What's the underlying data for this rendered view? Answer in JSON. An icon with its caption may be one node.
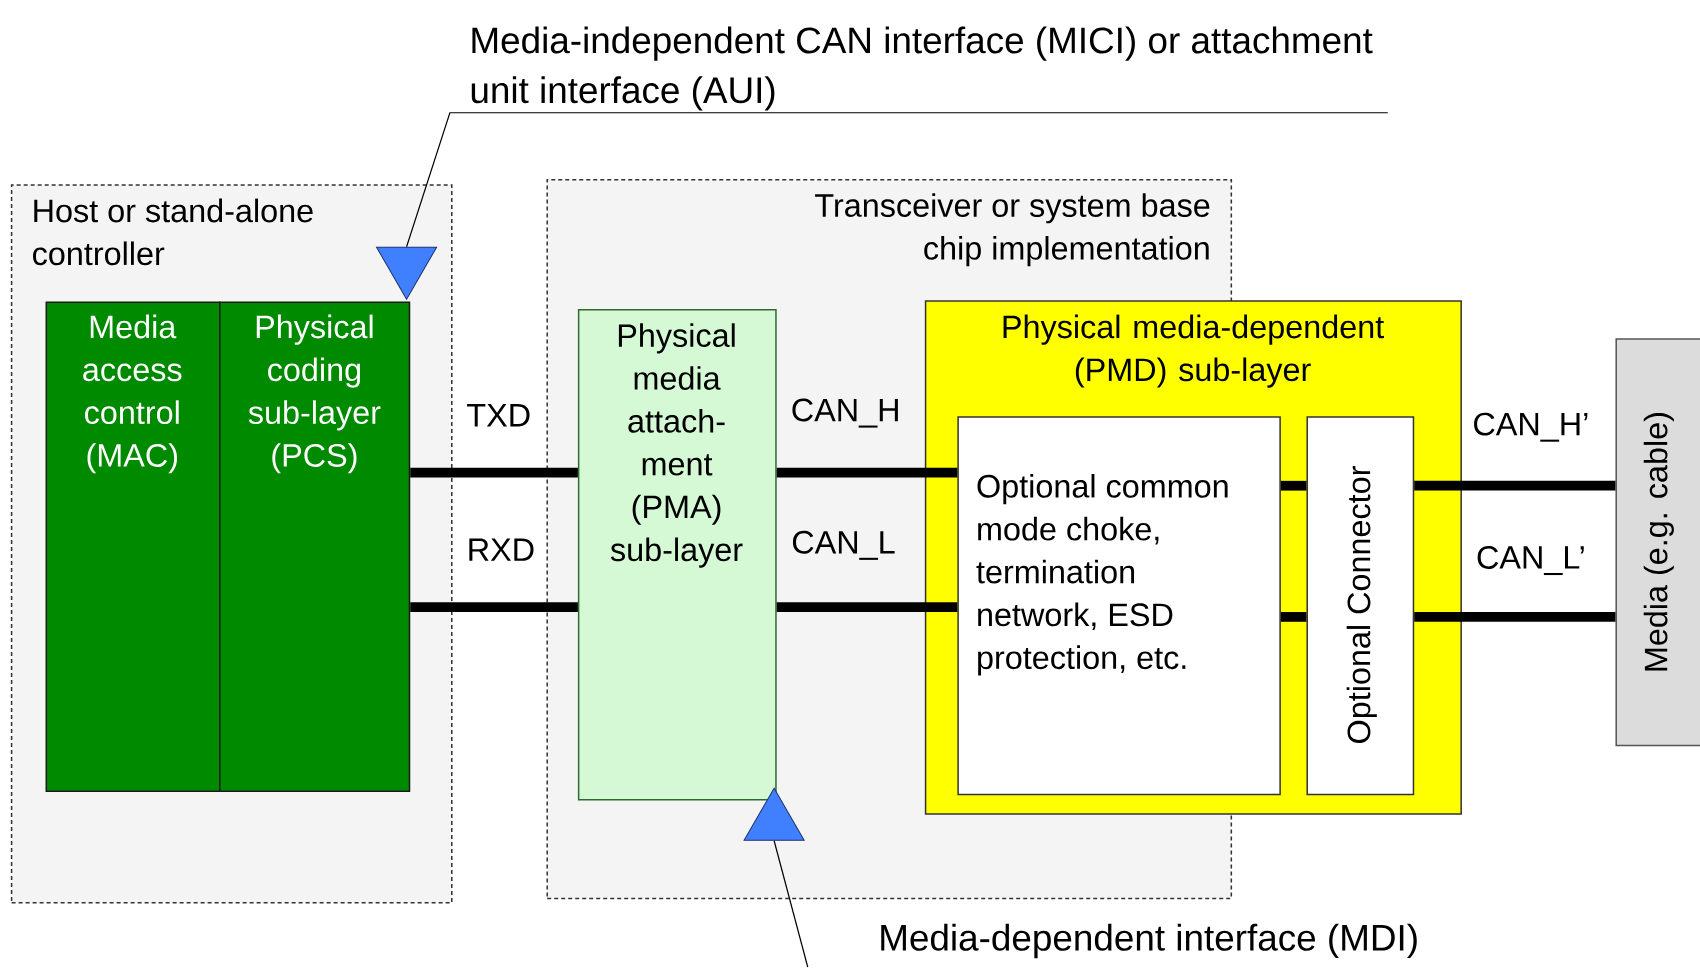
{
  "diagram": {
    "nodes": [
      {
        "text": [
          "Host or stand-alone controller"
        ]
      },
      {
        "text": [
          "Media access control (MAC)"
        ],
        "in": 0
      },
      {
        "text": [
          "Physical coding sub-layer (PCS)"
        ],
        "in": 0
      },
      {
        "text": [
          "Transceiver or system base chip implementation"
        ]
      },
      {
        "text": [
          "Physical media attach-ment (PMA) sub-layer"
        ],
        "in": 3
      },
      {
        "text": [
          "Physical media-dependent (PMD) sub-layer"
        ]
      },
      {
        "text": [
          "Optional common mode choke, termination network, ESD protection, etc."
        ],
        "in": 5
      },
      {
        "text": [
          "Optional Connector"
        ],
        "in": 5
      },
      {
        "text": [
          "Media (e.g. cable)"
        ]
      },
      {
        "text": [
          "Media-independent CAN interface (MICI) or attachment unit interface (AUI)"
        ]
      },
      {
        "text": [],
        "shape": "triangle",
        "in": 0
      },
      {
        "text": [
          "Media-dependent interface (MDI)"
        ]
      },
      {
        "text": [],
        "shape": "triangle",
        "in": 3
      }
    ],
    "edges": [
      {
        "from": 2,
        "to": 4,
        "arrow": "none",
        "label": "TXD"
      },
      {
        "from": 2,
        "to": 4,
        "arrow": "none",
        "label": "RXD"
      },
      {
        "from": 4,
        "to": 6,
        "arrow": "none",
        "label": "CAN_H"
      },
      {
        "from": 4,
        "to": 6,
        "arrow": "none",
        "label": "CAN_L"
      },
      {
        "from": 6,
        "to": 7,
        "arrow": "none"
      },
      {
        "from": 6,
        "to": 7,
        "arrow": "none"
      },
      {
        "from": 7,
        "to": 8,
        "arrow": "none",
        "label": "CAN_H’"
      },
      {
        "from": 7,
        "to": 8,
        "arrow": "none",
        "label": "CAN_L’"
      },
      {
        "from": 9,
        "to": 10,
        "arrow": "none"
      },
      {
        "from": 11,
        "to": 12,
        "arrow": "none"
      }
    ]
  }
}
